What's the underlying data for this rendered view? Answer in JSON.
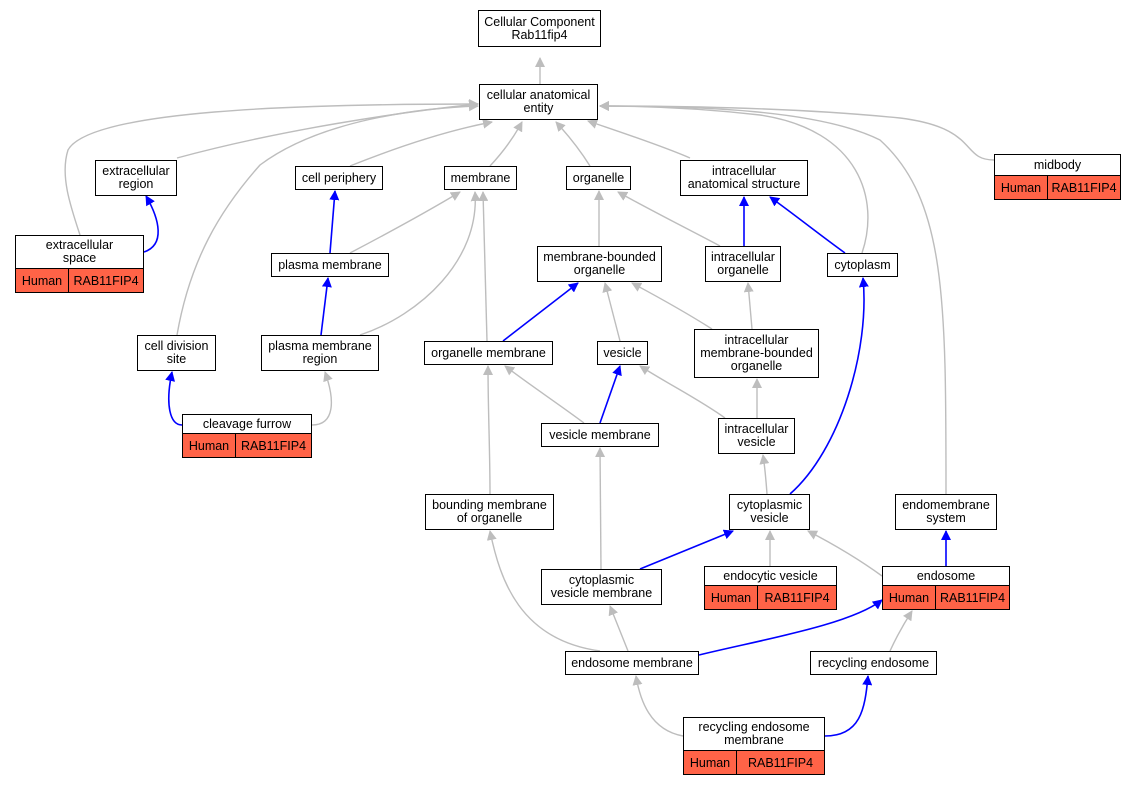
{
  "colors": {
    "is_a": "#bdbdbd",
    "part_of": "#0000ff",
    "annotation_fill": "#ff6347"
  },
  "nodes": [
    {
      "id": "root",
      "label": "Cellular Component\nRab11fip4"
    },
    {
      "id": "cae",
      "label": "cellular anatomical\nentity"
    },
    {
      "id": "extracellular_region",
      "label": "extracellular\nregion"
    },
    {
      "id": "cell_periphery",
      "label": "cell periphery"
    },
    {
      "id": "membrane",
      "label": "membrane"
    },
    {
      "id": "organelle",
      "label": "organelle"
    },
    {
      "id": "ias",
      "label": "intracellular\nanatomical structure"
    },
    {
      "id": "midbody",
      "label": "midbody",
      "species": "Human",
      "gene": "RAB11FIP4"
    },
    {
      "id": "extracellular_space",
      "label": "extracellular\nspace",
      "species": "Human",
      "gene": "RAB11FIP4"
    },
    {
      "id": "plasma_membrane",
      "label": "plasma membrane"
    },
    {
      "id": "mbo",
      "label": "membrane-bounded\norganelle"
    },
    {
      "id": "intracellular_organelle",
      "label": "intracellular\norganelle"
    },
    {
      "id": "cytoplasm",
      "label": "cytoplasm"
    },
    {
      "id": "cell_division_site",
      "label": "cell division\nsite"
    },
    {
      "id": "pm_region",
      "label": "plasma membrane\nregion"
    },
    {
      "id": "organelle_membrane",
      "label": "organelle membrane"
    },
    {
      "id": "vesicle",
      "label": "vesicle"
    },
    {
      "id": "imbo",
      "label": "intracellular\nmembrane-bounded\norganelle"
    },
    {
      "id": "cleavage_furrow",
      "label": "cleavage furrow",
      "species": "Human",
      "gene": "RAB11FIP4"
    },
    {
      "id": "vesicle_membrane",
      "label": "vesicle membrane"
    },
    {
      "id": "intracellular_vesicle",
      "label": "intracellular\nvesicle"
    },
    {
      "id": "bmo",
      "label": "bounding membrane\nof organelle"
    },
    {
      "id": "cytoplasmic_vesicle",
      "label": "cytoplasmic\nvesicle"
    },
    {
      "id": "endomembrane_system",
      "label": "endomembrane\nsystem"
    },
    {
      "id": "cvm",
      "label": "cytoplasmic\nvesicle membrane"
    },
    {
      "id": "endocytic_vesicle",
      "label": "endocytic vesicle",
      "species": "Human",
      "gene": "RAB11FIP4"
    },
    {
      "id": "endosome",
      "label": "endosome",
      "species": "Human",
      "gene": "RAB11FIP4"
    },
    {
      "id": "endosome_membrane",
      "label": "endosome membrane"
    },
    {
      "id": "recycling_endosome",
      "label": "recycling endosome"
    },
    {
      "id": "rem",
      "label": "recycling endosome\nmembrane",
      "species": "Human",
      "gene": "RAB11FIP4"
    }
  ],
  "edges": [
    {
      "from": "cae",
      "to": "root",
      "type": "is_a"
    },
    {
      "from": "extracellular_region",
      "to": "cae",
      "type": "is_a"
    },
    {
      "from": "cell_periphery",
      "to": "cae",
      "type": "is_a"
    },
    {
      "from": "membrane",
      "to": "cae",
      "type": "is_a"
    },
    {
      "from": "organelle",
      "to": "cae",
      "type": "is_a"
    },
    {
      "from": "ias",
      "to": "cae",
      "type": "is_a"
    },
    {
      "from": "midbody",
      "to": "cae",
      "type": "is_a"
    },
    {
      "from": "extracellular_space",
      "to": "cae",
      "type": "is_a"
    },
    {
      "from": "cell_division_site",
      "to": "cae",
      "type": "is_a"
    },
    {
      "from": "cytoplasm",
      "to": "cae",
      "type": "is_a"
    },
    {
      "from": "endomembrane_system",
      "to": "cae",
      "type": "is_a"
    },
    {
      "from": "extracellular_space",
      "to": "extracellular_region",
      "type": "part_of"
    },
    {
      "from": "plasma_membrane",
      "to": "cell_periphery",
      "type": "part_of"
    },
    {
      "from": "plasma_membrane",
      "to": "membrane",
      "type": "is_a"
    },
    {
      "from": "pm_region",
      "to": "membrane",
      "type": "is_a"
    },
    {
      "from": "organelle_membrane",
      "to": "membrane",
      "type": "is_a"
    },
    {
      "from": "pm_region",
      "to": "plasma_membrane",
      "type": "part_of"
    },
    {
      "from": "mbo",
      "to": "organelle",
      "type": "is_a"
    },
    {
      "from": "intracellular_organelle",
      "to": "organelle",
      "type": "is_a"
    },
    {
      "from": "intracellular_organelle",
      "to": "ias",
      "type": "part_of"
    },
    {
      "from": "cytoplasm",
      "to": "ias",
      "type": "part_of"
    },
    {
      "from": "organelle_membrane",
      "to": "mbo",
      "type": "part_of"
    },
    {
      "from": "vesicle",
      "to": "mbo",
      "type": "is_a"
    },
    {
      "from": "imbo",
      "to": "mbo",
      "type": "is_a"
    },
    {
      "from": "imbo",
      "to": "intracellular_organelle",
      "type": "is_a"
    },
    {
      "from": "cleavage_furrow",
      "to": "cell_division_site",
      "type": "part_of"
    },
    {
      "from": "cleavage_furrow",
      "to": "pm_region",
      "type": "is_a"
    },
    {
      "from": "vesicle_membrane",
      "to": "organelle_membrane",
      "type": "is_a"
    },
    {
      "from": "vesicle_membrane",
      "to": "vesicle",
      "type": "part_of"
    },
    {
      "from": "intracellular_vesicle",
      "to": "vesicle",
      "type": "is_a"
    },
    {
      "from": "intracellular_vesicle",
      "to": "imbo",
      "type": "is_a"
    },
    {
      "from": "bmo",
      "to": "organelle_membrane",
      "type": "is_a"
    },
    {
      "from": "cytoplasmic_vesicle",
      "to": "intracellular_vesicle",
      "type": "is_a"
    },
    {
      "from": "cytoplasmic_vesicle",
      "to": "cytoplasm",
      "type": "part_of"
    },
    {
      "from": "cvm",
      "to": "vesicle_membrane",
      "type": "is_a"
    },
    {
      "from": "cvm",
      "to": "cytoplasmic_vesicle",
      "type": "part_of"
    },
    {
      "from": "endocytic_vesicle",
      "to": "cytoplasmic_vesicle",
      "type": "is_a"
    },
    {
      "from": "endosome",
      "to": "cytoplasmic_vesicle",
      "type": "is_a"
    },
    {
      "from": "endosome",
      "to": "endomembrane_system",
      "type": "part_of"
    },
    {
      "from": "endosome_membrane",
      "to": "bmo",
      "type": "is_a"
    },
    {
      "from": "endosome_membrane",
      "to": "cvm",
      "type": "is_a"
    },
    {
      "from": "endosome_membrane",
      "to": "endosome",
      "type": "part_of"
    },
    {
      "from": "recycling_endosome",
      "to": "endosome",
      "type": "is_a"
    },
    {
      "from": "rem",
      "to": "endosome_membrane",
      "type": "is_a"
    },
    {
      "from": "rem",
      "to": "recycling_endosome",
      "type": "part_of"
    }
  ]
}
